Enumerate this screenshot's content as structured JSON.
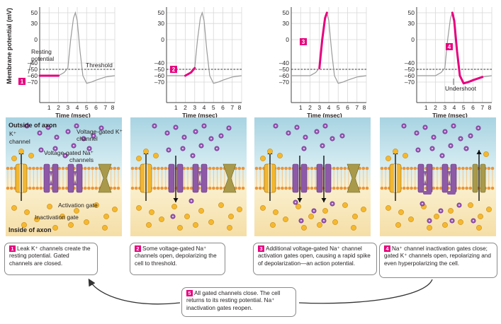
{
  "axes": {
    "y_label": "Membrane potential (mV)",
    "x_label": "Time (msec)",
    "y_ticks": [
      "50",
      "30",
      "0",
      "–40",
      "–50",
      "–60",
      "–70"
    ],
    "x_ticks": [
      "1",
      "2",
      "3",
      "4",
      "5",
      "6",
      "7",
      "8"
    ]
  },
  "graph_labels": {
    "resting_potential": "Resting potential",
    "threshold": "Threshold",
    "undershoot": "Undershoot"
  },
  "membrane_labels": {
    "outside": "Outside of axon",
    "inside": "Inside of axon",
    "k_channel": "K⁺ channel",
    "vg_k_channel": "Voltage-gated K⁺ channel",
    "vg_na_channels": "Voltage-gated Na⁺ channels",
    "activation_gate": "Activation gate",
    "inactivation_gate": "Inactivation gate"
  },
  "steps": [
    {
      "num": "1",
      "text": "Leak K⁺ channels create the resting potential. Gated channels are closed."
    },
    {
      "num": "2",
      "text": "Some voltage-gated Na⁺ channels open, depolarizing the cell to threshold."
    },
    {
      "num": "3",
      "text": "Additional voltage-gated Na⁺ channel activation gates open, causing a rapid spike of depolarization—an action potential."
    },
    {
      "num": "4",
      "text": "Na⁺ channel inactivation gates close; gated K⁺ channels open, repolarizing and even hyperpolarizing the cell."
    },
    {
      "num": "5",
      "text": "All gated channels close. The cell returns to its resting potential. Na⁺ inactivation gates reopen."
    }
  ],
  "colors": {
    "highlight": "#e6007e",
    "trace": "#9a9a9a",
    "extracellular": "#bfe0ea",
    "intracellular": "#f8e6b8",
    "k_ion": "#f5b82e",
    "na_ion": "#9b59b6",
    "na_channel": "#8e5aa8",
    "vg_k_channel": "#a89a4a",
    "leak_k_channel": "#f2b632"
  },
  "chart_data": {
    "type": "line",
    "xlabel": "Time (msec)",
    "ylabel": "Membrane potential (mV)",
    "xlim": [
      0,
      8
    ],
    "y_ticks": [
      50,
      30,
      0,
      -40,
      -50,
      -60,
      -70
    ],
    "threshold_mV": -50,
    "trace": {
      "x": [
        0,
        2,
        2.6,
        3.0,
        3.3,
        3.6,
        3.8,
        4.0,
        4.3,
        4.6,
        5.0,
        5.5,
        6.0,
        7.0,
        8.0
      ],
      "y": [
        -60,
        -60,
        -55,
        -48,
        0,
        40,
        50,
        35,
        -20,
        -60,
        -72,
        -70,
        -67,
        -62,
        -60
      ]
    },
    "highlights": [
      {
        "step": "1",
        "x": [
          0,
          2
        ],
        "y": [
          -60,
          -60
        ]
      },
      {
        "step": "2",
        "x": [
          2,
          2.6,
          3.0
        ],
        "y": [
          -60,
          -55,
          -48
        ]
      },
      {
        "step": "3",
        "x": [
          3.0,
          3.3,
          3.6,
          3.8
        ],
        "y": [
          -48,
          0,
          40,
          50
        ]
      },
      {
        "step": "4",
        "x": [
          3.8,
          4.0,
          4.3,
          4.6,
          5.0,
          5.5,
          6.0,
          7.0
        ],
        "y": [
          50,
          35,
          -20,
          -60,
          -72,
          -70,
          -67,
          -62
        ]
      }
    ]
  }
}
